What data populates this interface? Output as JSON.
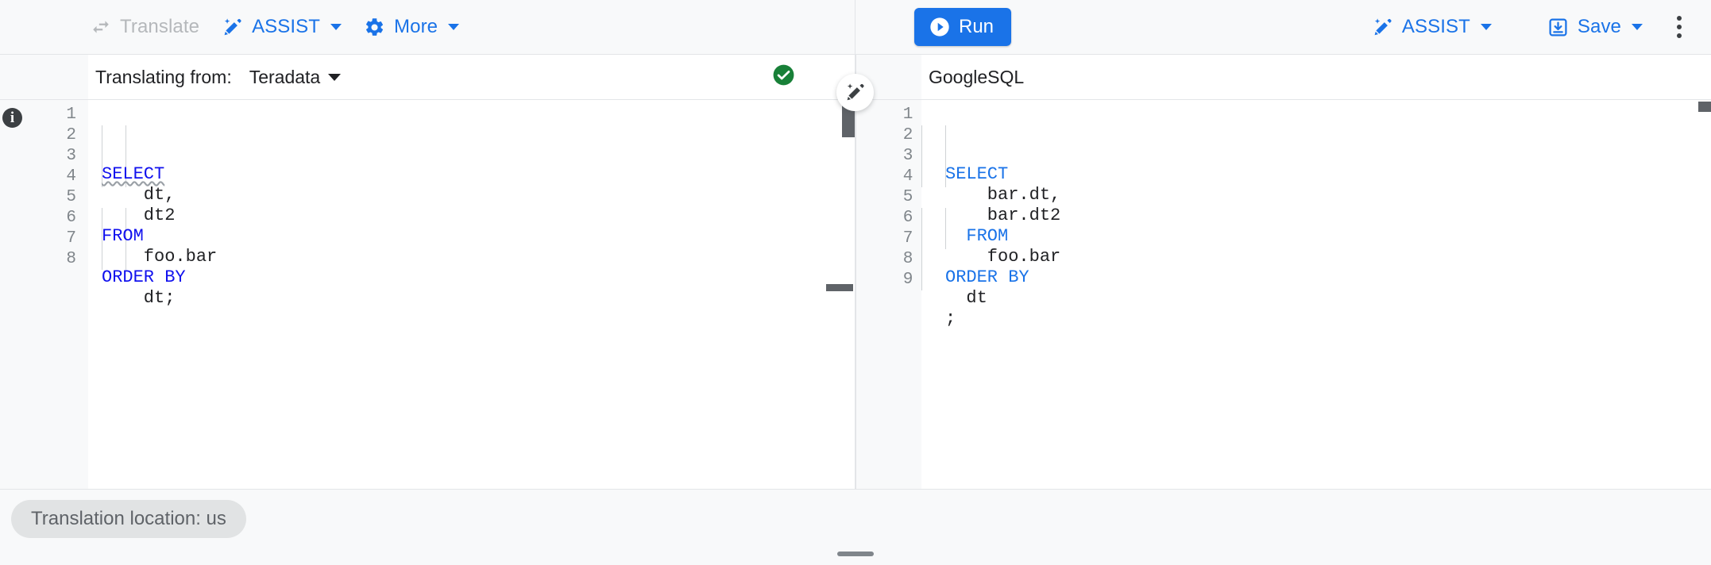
{
  "toolbar": {
    "left": [
      {
        "id": "translate",
        "label": "Translate",
        "icon": "swap-horiz-icon",
        "state": "disabled"
      },
      {
        "id": "assist",
        "label": "ASSIST",
        "icon": "magic-wand-icon",
        "caret": true
      },
      {
        "id": "more",
        "label": "More",
        "icon": "gear-icon",
        "caret": true
      }
    ],
    "right": {
      "run_label": "Run",
      "run_icon": "play-circle-icon",
      "assist_label": "ASSIST",
      "assist_icon": "magic-wand-icon",
      "save_label": "Save",
      "save_icon": "save-download-icon",
      "overflow_icon": "kebab-menu-icon"
    }
  },
  "source_panel": {
    "translating_from_label": "Translating from:",
    "dialect": "Teradata",
    "status_icon": "check-circle-icon",
    "status_color": "#188038",
    "info_icon": "info-icon",
    "line_numbers": [
      "1",
      "2",
      "3",
      "4",
      "5",
      "6",
      "7",
      "8"
    ],
    "lines": [
      {
        "no": "1",
        "segments": [
          {
            "t": "SELECT",
            "c": "kw squig"
          }
        ]
      },
      {
        "no": "2",
        "segments": [
          {
            "t": "    dt,",
            "c": ""
          }
        ]
      },
      {
        "no": "3",
        "segments": [
          {
            "t": "    dt2",
            "c": ""
          }
        ]
      },
      {
        "no": "4",
        "segments": [
          {
            "t": "FROM",
            "c": "kw"
          }
        ]
      },
      {
        "no": "5",
        "segments": [
          {
            "t": "    foo.bar",
            "c": ""
          }
        ]
      },
      {
        "no": "6",
        "segments": [
          {
            "t": "ORDER BY",
            "c": "kw"
          }
        ]
      },
      {
        "no": "7",
        "segments": [
          {
            "t": "    dt;",
            "c": ""
          }
        ]
      },
      {
        "no": "8",
        "segments": [
          {
            "t": "",
            "c": ""
          }
        ]
      }
    ],
    "code_text": "SELECT\n    dt,\n    dt2\nFROM\n    foo.bar\nORDER BY\n    dt;\n"
  },
  "target_panel": {
    "dialect": "GoogleSQL",
    "wand_icon": "magic-wand-icon",
    "line_numbers": [
      "1",
      "2",
      "3",
      "4",
      "5",
      "6",
      "7",
      "8",
      "9"
    ],
    "lines": [
      {
        "no": "1",
        "segments": [
          {
            "t": "SELECT",
            "c": "kw2"
          }
        ]
      },
      {
        "no": "2",
        "segments": [
          {
            "t": "    bar.dt,",
            "c": ""
          }
        ]
      },
      {
        "no": "3",
        "segments": [
          {
            "t": "    bar.dt2",
            "c": ""
          }
        ]
      },
      {
        "no": "4",
        "segments": [
          {
            "t": "  FROM",
            "c": "kw2"
          }
        ]
      },
      {
        "no": "5",
        "segments": [
          {
            "t": "    foo.bar",
            "c": ""
          }
        ]
      },
      {
        "no": "6",
        "segments": [
          {
            "t": "ORDER BY",
            "c": "kw2"
          }
        ]
      },
      {
        "no": "7",
        "segments": [
          {
            "t": "  dt",
            "c": ""
          }
        ]
      },
      {
        "no": "8",
        "segments": [
          {
            "t": ";",
            "c": ""
          }
        ]
      },
      {
        "no": "9",
        "segments": [
          {
            "t": "",
            "c": ""
          }
        ]
      }
    ],
    "code_text": "SELECT\n    bar.dt,\n    bar.dt2\n  FROM\n    foo.bar\nORDER BY\n  dt\n;\n"
  },
  "footer": {
    "location_chip": "Translation location: us",
    "resize_grip": "horizontal-resize-grip"
  },
  "colors": {
    "accent": "#1a73e8",
    "keyword_source": "#1111ee",
    "keyword_target": "#1a73e8",
    "success": "#188038",
    "surface": "#f8f9fa",
    "border": "#e3e5e8"
  }
}
